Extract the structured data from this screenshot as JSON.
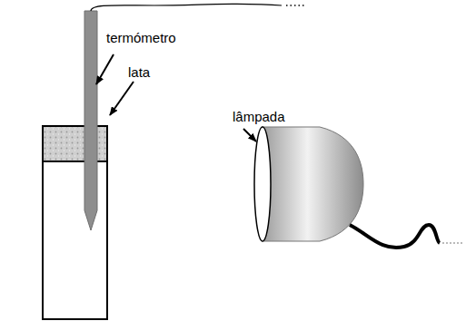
{
  "diagram": {
    "labels": [
      "termómetro",
      "lata",
      "lâmpada"
    ]
  }
}
